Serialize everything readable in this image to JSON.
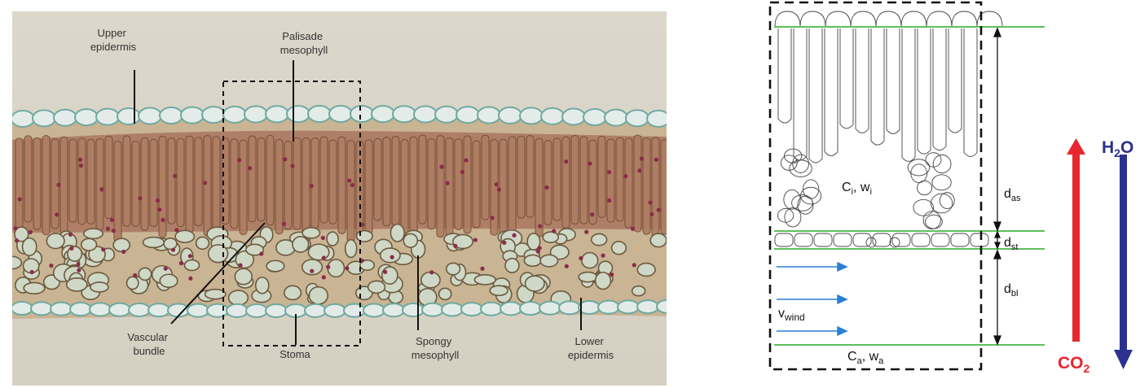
{
  "photo": {
    "labels": {
      "upper_epidermis": [
        "Upper",
        "epidermis"
      ],
      "palisade": [
        "Palisade",
        "mesophyll"
      ],
      "vascular": [
        "Vascular",
        "bundle"
      ],
      "stoma": "Stoma",
      "spongy": [
        "Spongy",
        "mesophyll"
      ],
      "lower_epidermis": [
        "Lower",
        "epidermis"
      ]
    }
  },
  "schematic": {
    "inner": {
      "c": "C",
      "c_sub": "i",
      "sep": ", ",
      "w": "w",
      "w_sub": "i"
    },
    "ambient": {
      "c": "C",
      "c_sub": "a",
      "sep": ", ",
      "w": "w",
      "w_sub": "a"
    },
    "wind": {
      "main": "v",
      "sub": "wind"
    },
    "dims": {
      "as": {
        "main": "d",
        "sub": "as"
      },
      "st": {
        "main": "d",
        "sub": "st"
      },
      "bl": {
        "main": "d",
        "sub": "bl"
      }
    },
    "flux": {
      "co2": {
        "main": "CO",
        "sub": "2"
      },
      "h2o": {
        "main": "H",
        "sub": "2",
        "tail": "O"
      }
    }
  },
  "colors": {
    "layer_line": "#5cc05c",
    "wind_arrow": "#2a7fd6",
    "co2": "#e8262d",
    "h2o": "#2c318f",
    "micro_bg": "#d9d3c5",
    "palisade": "#a8755a",
    "epidermis": "#7fb5ad"
  }
}
